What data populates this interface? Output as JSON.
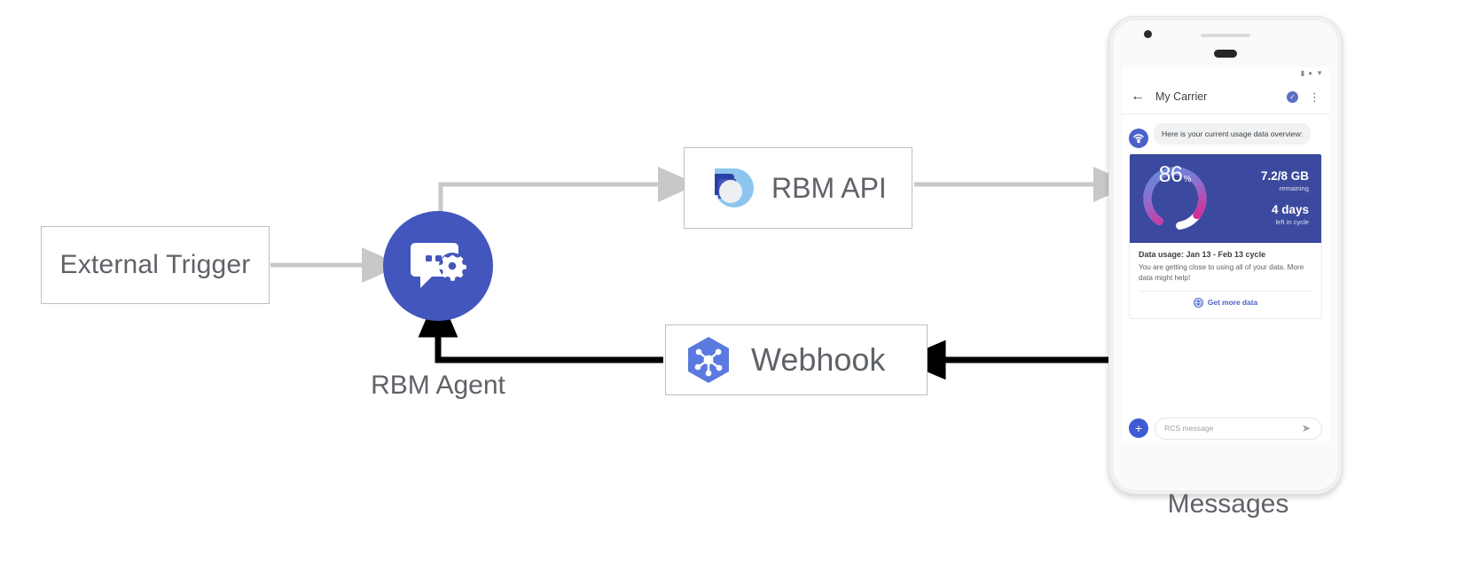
{
  "diagram": {
    "nodes": {
      "external_trigger": {
        "label": "External Trigger"
      },
      "rbm_agent": {
        "caption": "RBM Agent",
        "icon": "chat-gear-icon"
      },
      "rbm_api": {
        "label": "RBM API",
        "icon": "rbm-api-logo-icon"
      },
      "webhook": {
        "label": "Webhook",
        "icon": "webhook-hexagon-icon"
      },
      "messages_device": {
        "caption": "Messages"
      }
    },
    "colors": {
      "agent_blue": "#4256bd",
      "connector_grey": "#c8c8c8",
      "connector_black": "#000000",
      "box_border": "#bfbfbf",
      "label_grey": "#5f6368"
    },
    "edges": [
      {
        "from": "external-trigger",
        "to": "rbm-agent",
        "style": "grey-arrow"
      },
      {
        "from": "rbm-agent",
        "to": "rbm-api",
        "style": "grey-arrow"
      },
      {
        "from": "rbm-api",
        "to": "messages-device",
        "style": "grey-arrow"
      },
      {
        "from": "messages-device",
        "to": "webhook",
        "style": "black-arrow"
      },
      {
        "from": "webhook",
        "to": "rbm-agent",
        "style": "black-arrow"
      }
    ]
  },
  "phone": {
    "status_bar": {
      "glyphs": [
        "signal-icon",
        "wifi-icon",
        "battery-icon"
      ]
    },
    "app_bar": {
      "back_icon": "back-arrow-icon",
      "title": "My Carrier",
      "verified_glyph": "✓",
      "overflow_glyph": "⋮"
    },
    "thread": {
      "agent_avatar_icon": "carrier-antenna-icon",
      "message_text": "Here is your current usage data overview:"
    },
    "rich_card": {
      "gauge": {
        "percent": "86",
        "percent_symbol": "%",
        "fill": 86,
        "gradient_from": "#5a8fe0",
        "gradient_to": "#e0248f",
        "track": "#ffffff"
      },
      "stats": [
        {
          "value": "7.2/8 GB",
          "caption": "remaining"
        },
        {
          "value": "4 days",
          "caption": "left in cycle"
        }
      ],
      "hero_bg": "#3b4a9e",
      "title": "Data usage: Jan 13 - Feb 13 cycle",
      "description": "You are getting close to using all of your data. More data might help!",
      "action": {
        "icon": "globe-icon",
        "label": "Get more data",
        "color": "#4a62c8"
      }
    },
    "composer": {
      "plus_glyph": "+",
      "placeholder": "RCS message",
      "send_glyph": "➤"
    },
    "nav_bar": {
      "back_glyph": "◀",
      "home_glyph": "◉",
      "recents_glyph": "■"
    }
  }
}
